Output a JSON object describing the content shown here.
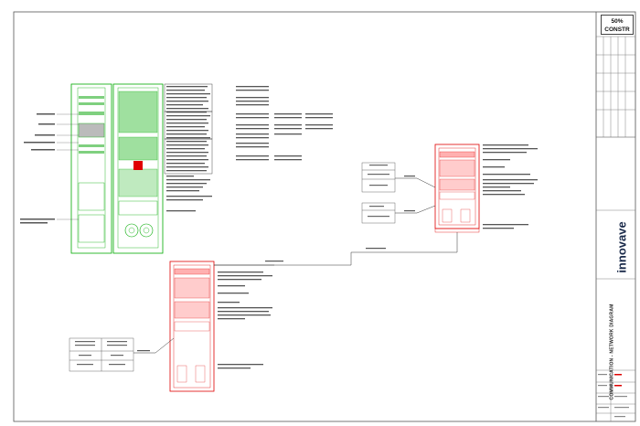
{
  "stamp": {
    "line1": "50%",
    "line2": "CONSTR"
  },
  "title_block": {
    "brand": "innovave",
    "drawing_title": "COMMUNICATION - NETWORK DIAGRAM"
  },
  "colors": {
    "rack_green": "#00aa00",
    "rack_red": "#e00000",
    "line_dark": "#333333",
    "text_gray": "#555555"
  }
}
